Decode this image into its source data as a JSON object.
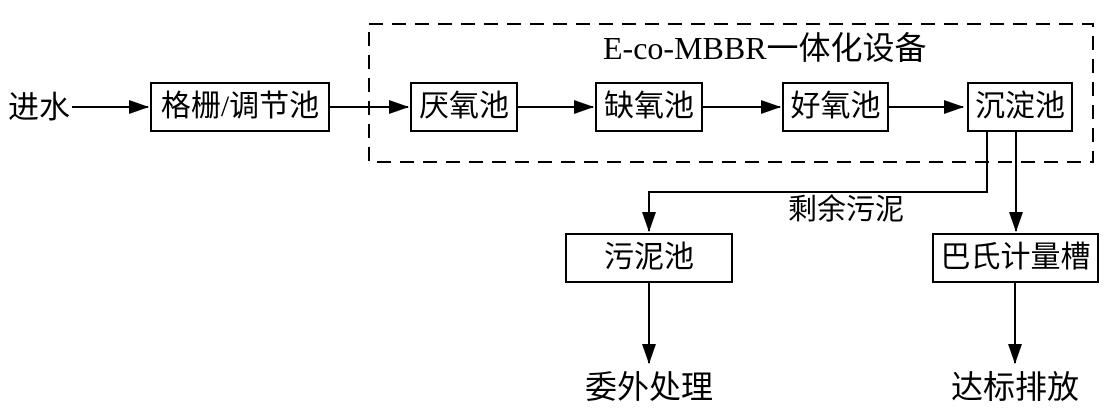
{
  "colors": {
    "ink": "#000000",
    "background": "#ffffff"
  },
  "unit": {
    "title": "E-co-MBBR一体化设备"
  },
  "nodes": {
    "screen": "格栅/调节池",
    "anaerobic": "厌氧池",
    "anoxic": "缺氧池",
    "aerobic": "好氧池",
    "sedimentation": "沉淀池",
    "sludge_tank": "污泥池",
    "flume": "巴氏计量槽"
  },
  "labels": {
    "influent": "进水",
    "excess_sludge": "剩余污泥",
    "outsourced": "委外处理",
    "discharge": "达标排放"
  }
}
